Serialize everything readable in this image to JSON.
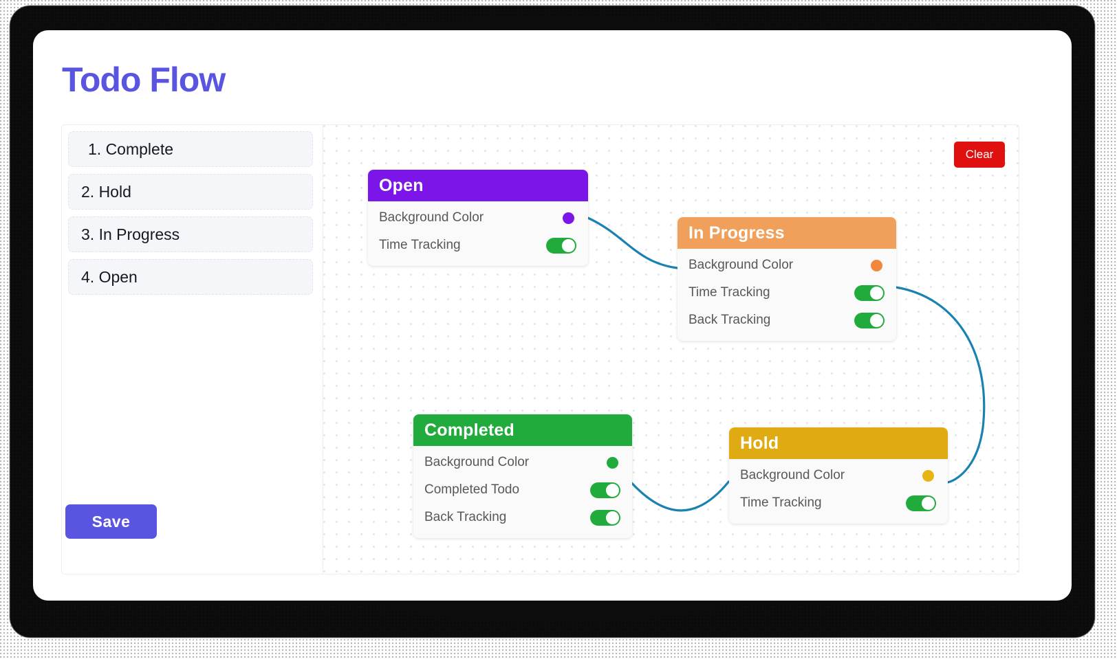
{
  "app": {
    "title": "Todo Flow",
    "accent": "#5a55e0",
    "edge_color": "#1a82b0"
  },
  "sidebar": {
    "items": [
      {
        "label": "1. Complete"
      },
      {
        "label": "2. Hold"
      },
      {
        "label": "3. In Progress"
      },
      {
        "label": "4. Open"
      }
    ],
    "save_label": "Save"
  },
  "canvas": {
    "clear_label": "Clear",
    "nodes": [
      {
        "title": "Open",
        "header_color": "#7c16e8",
        "rows": [
          {
            "label": "Background Color",
            "control": "swatch",
            "color": "#7c16e8"
          },
          {
            "label": "Time Tracking",
            "control": "toggle",
            "state": "on"
          }
        ]
      },
      {
        "title": "In Progress",
        "header_color": "#f0a05a",
        "rows": [
          {
            "label": "Background Color",
            "control": "swatch",
            "color": "#f0873a"
          },
          {
            "label": "Time Tracking",
            "control": "toggle",
            "state": "on"
          },
          {
            "label": "Back Tracking",
            "control": "toggle",
            "state": "on"
          }
        ]
      },
      {
        "title": "Completed",
        "header_color": "#22ab3d",
        "rows": [
          {
            "label": "Background Color",
            "control": "swatch",
            "color": "#22ab3d"
          },
          {
            "label": "Completed Todo",
            "control": "toggle",
            "state": "on"
          },
          {
            "label": "Back Tracking",
            "control": "toggle",
            "state": "on"
          }
        ]
      },
      {
        "title": "Hold",
        "header_color": "#e0ab12",
        "rows": [
          {
            "label": "Background Color",
            "control": "swatch",
            "color": "#e8b411"
          },
          {
            "label": "Time Tracking",
            "control": "toggle",
            "state": "on"
          }
        ]
      }
    ],
    "edges": [
      {
        "from": "Open",
        "to": "In Progress"
      },
      {
        "from": "In Progress",
        "to": "Hold"
      },
      {
        "from": "Hold",
        "to": "Completed"
      }
    ]
  }
}
